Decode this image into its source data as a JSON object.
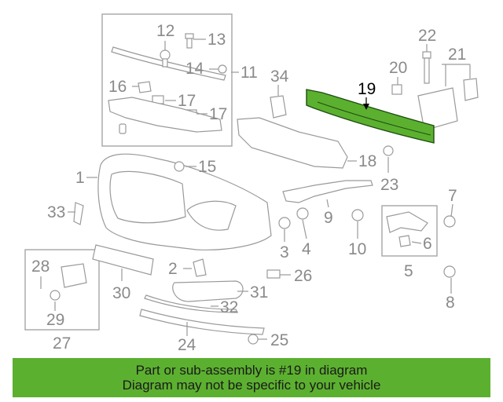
{
  "callouts": {
    "p1": "1",
    "p2": "2",
    "p3": "3",
    "p4": "4",
    "p5": "5",
    "p6": "6",
    "p7": "7",
    "p8": "8",
    "p9": "9",
    "p10": "10",
    "p11": "11",
    "p12": "12",
    "p13": "13",
    "p14": "14",
    "p15": "15",
    "p16": "16",
    "p17a": "17",
    "p17b": "17",
    "p18": "18",
    "p19": "19",
    "p20": "20",
    "p21": "21",
    "p22": "22",
    "p23": "23",
    "p24": "24",
    "p25": "25",
    "p26": "26",
    "p27": "27",
    "p28": "28",
    "p29": "29",
    "p30": "30",
    "p31": "31",
    "p32": "32",
    "p33": "33",
    "p34": "34"
  },
  "highlight": {
    "part_number": "19",
    "color": "#5cb030"
  },
  "banner": {
    "line1": "Part or sub-assembly is #19 in diagram",
    "line2": "Diagram may not be specific to your vehicle",
    "color": "#5cb030"
  }
}
